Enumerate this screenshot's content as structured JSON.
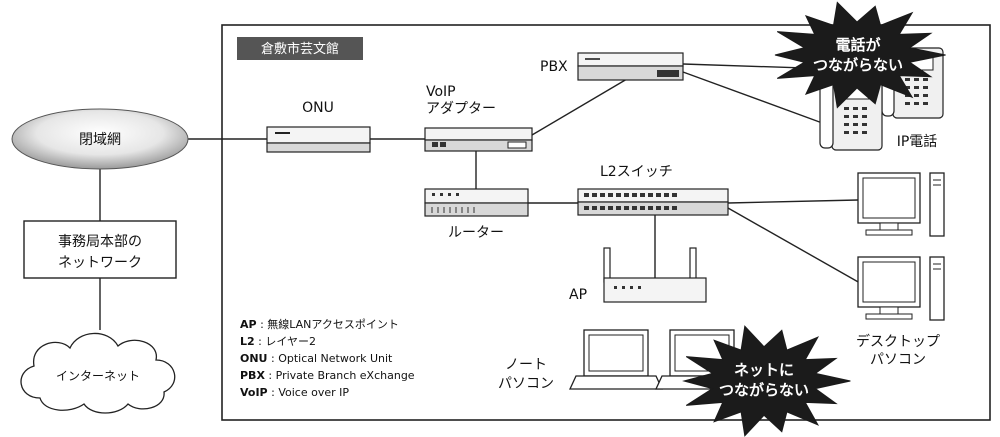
{
  "site": {
    "name": "倉敷市芸文館"
  },
  "network": {
    "closed_network": "閉域網",
    "hq_network_line1": "事務局本部の",
    "hq_network_line2": "ネットワーク",
    "internet": "インターネット"
  },
  "devices": {
    "onu": "ONU",
    "voip_adapter_line1": "VoIP",
    "voip_adapter_line2": "アダプター",
    "router": "ルーター",
    "pbx": "PBX",
    "l2_switch": "L2スイッチ",
    "ap": "AP",
    "ip_phone": "IP電話",
    "notebook_line1": "ノート",
    "notebook_line2": "パソコン",
    "desktop_line1": "デスクトップ",
    "desktop_line2": "パソコン"
  },
  "callouts": {
    "phone_line1": "電話が",
    "phone_line2": "つながらない",
    "net_line1": "ネットに",
    "net_line2": "つながらない"
  },
  "legend": [
    {
      "abbr": "AP",
      "desc": "無線LANアクセスポイント"
    },
    {
      "abbr": "L2",
      "desc": "レイヤー2"
    },
    {
      "abbr": "ONU",
      "desc": "Optical Network Unit"
    },
    {
      "abbr": "PBX",
      "desc": "Private Branch eXchange"
    },
    {
      "abbr": "VoIP",
      "desc": "Voice over IP"
    }
  ]
}
